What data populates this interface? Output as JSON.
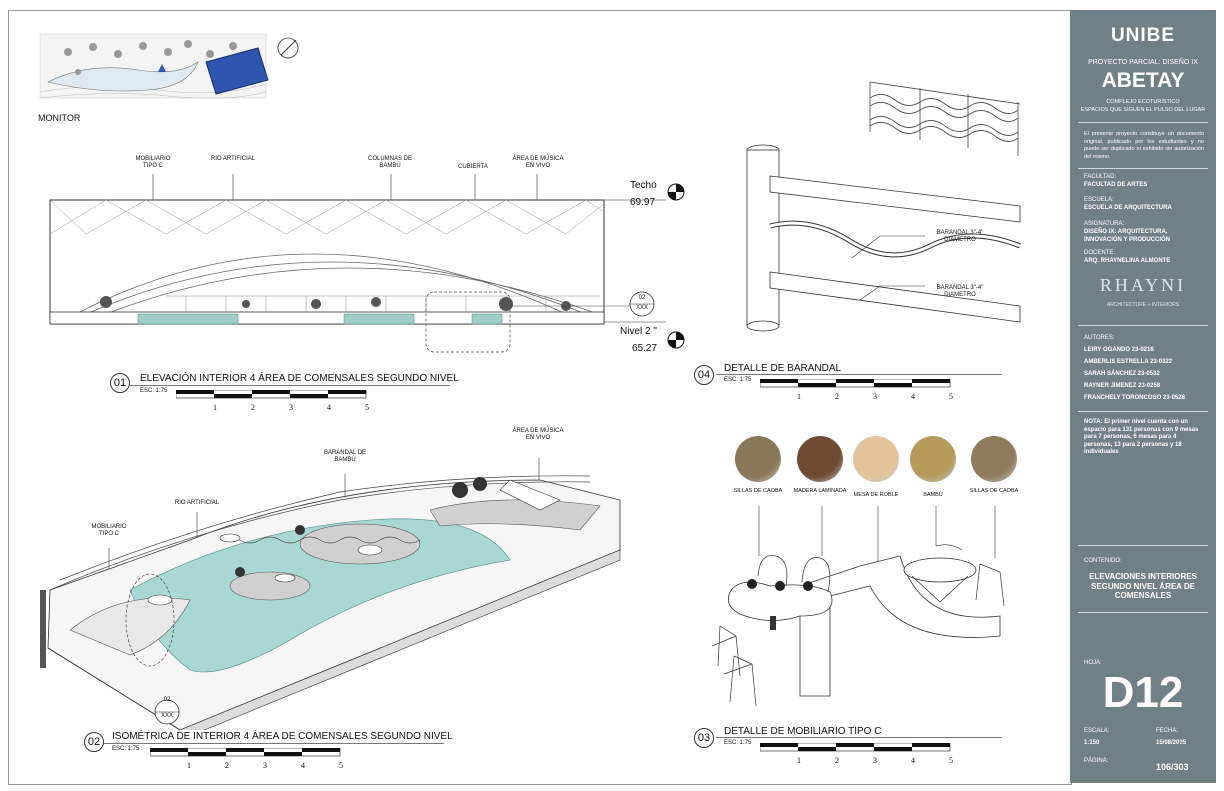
{
  "monitor_label": "MONITOR",
  "elev": {
    "labels": {
      "mobiliario": "MOBILIARIO TIPO C",
      "rio": "RIO ARTIFICIAL",
      "columnas": "COLUMNAS DE BAMBÚ",
      "cubierta": "CUBIERTA",
      "musica": "ÁREA DE MÚSICA EN VIVO"
    },
    "techo_label": "Techo",
    "techo_value": "69.97",
    "nivel_label": "Nivel 2 \"",
    "nivel_value": "65.27",
    "callout_num": "02",
    "callout_ref": "XXX"
  },
  "drawings": {
    "d01": {
      "num": "01",
      "title": "ELEVACIÓN INTERIOR 4 ÁREA DE COMENSALES SEGUNDO NIVEL",
      "scale": "ESC: 1:75"
    },
    "d02": {
      "num": "02",
      "title": "ISOMÉTRICA DE INTERIOR 4 ÁREA DE COMENSALES SEGUNDO NIVEL",
      "scale": "ESC: 1:75"
    },
    "d03": {
      "num": "03",
      "title": "DETALLE DE MOBILIARIO TIPO C",
      "scale": "ESC: 1:75"
    },
    "d04": {
      "num": "04",
      "title": "DETALLE DE BARANDAL",
      "scale": "ESC: 1:75"
    }
  },
  "scale_ticks": [
    "1",
    "2",
    "3",
    "4",
    "5"
  ],
  "iso": {
    "labels": {
      "musica": "ÁREA DE MÚSICA EN VIVO",
      "barandal": "BARANDAL DE BAMBÚ",
      "rio": "RIO ARTIFICIAL",
      "mobiliario": "MOBILIARIO TIPO C"
    },
    "callout_num": "02",
    "callout_ref": "XXX"
  },
  "barandal_detail": {
    "label1": "BARANDAL 3\"-4\" DIAMETRO",
    "label2": "BARANDAL 3\"-4\" DIAMETRO"
  },
  "materials": [
    {
      "name": "SILLAS DE CAOBA",
      "color": "#8a7658"
    },
    {
      "name": "MADERA LAMINADA",
      "color": "#6e4a32"
    },
    {
      "name": "MESA DE ROBLE",
      "color": "#e2c39a"
    },
    {
      "name": "BAMBÚ",
      "color": "#b59a5c"
    },
    {
      "name": "SILLAS DE CAOBA",
      "color": "#8f7b5d"
    }
  ],
  "sidebar": {
    "logo": "UNIBE",
    "project_kind": "PROYECTO PARCIAL: DISEÑO IX",
    "project_name": "ABETAY",
    "subtitle1": "COMPLEJO ECOTURÍSTICO",
    "subtitle2": "ESPACIOS QUE SIGUEN EL PULSO DEL LUGAR",
    "disclaimer": "El presente proyecto constituye un documento original, publicado por los estudiantes y no puede ser duplicado ni exhibido sin autorización del mismo.",
    "facultad_label": "FACULTAD:",
    "facultad": "FACULTAD DE ARTES",
    "escuela_label": "ESCUELA:",
    "escuela": "ESCUELA DE ARQUITECTURA",
    "asignatura_label": "ASIGNATURA:",
    "asignatura": "DISEÑO IX: ARQUITECTURA, INNOVACIÓN Y PRODUCCIÓN",
    "docente_label": "DOCENTE:",
    "docente": "ARQ. RHAYNELINA ALMONTE",
    "brand": "RHAYNI",
    "brand_sub": "ARCHITECTURE + INTERIORS",
    "autores_label": "AUTORES:",
    "autores": [
      "LEIRY OGANDO 23-0216",
      "AMBERLIS ESTRELLA 23-0322",
      "SARAH SÁNCHEZ 23-0532",
      "RAYNER JIMENEZ 23-0258",
      "FRANCHELY TORONCOSO 23-0528"
    ],
    "nota": "NOTA: El primer nivel cuenta con un espacio para 131 personas con 9 mesas para 7 personas, 6 mesas para 4 personas, 13 para 2 personas y 18 individuales",
    "contenido_label": "CONTENIDO:",
    "contenido": "ELEVACIONES INTERIORES SEGUNDO NIVEL ÁREA DE COMENSALES",
    "hoja_label": "HOJA:",
    "hoja": "D12",
    "escala_label": "ESCALA:",
    "escala": "1:150",
    "fecha_label": "FECHA:",
    "fecha": "15/08/2025",
    "pagina_label": "PÁGINA:",
    "pagina": "106/303"
  }
}
